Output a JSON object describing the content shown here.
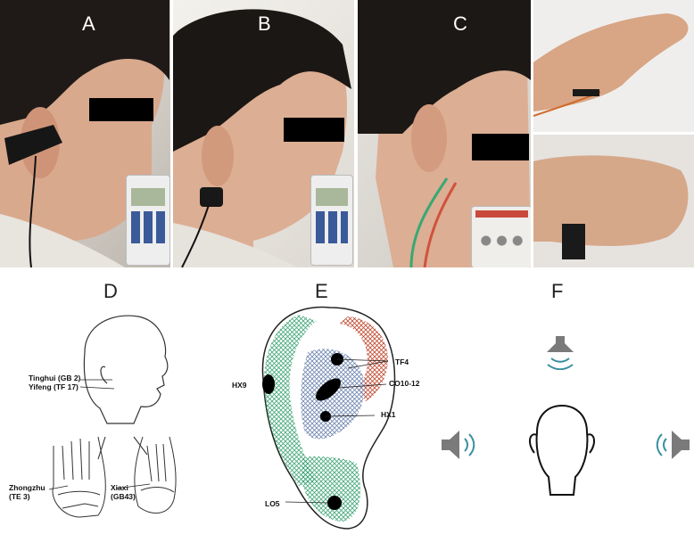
{
  "panels": {
    "a": {
      "letter": "A"
    },
    "b": {
      "letter": "B"
    },
    "c": {
      "letter": "C"
    },
    "d": {
      "letter": "D",
      "points": {
        "tinghui": "Tinghui (GB 2)",
        "yifeng": "Yifeng (TF 17)",
        "zhongzhu_line1": "Zhongzhu",
        "zhongzhu_line2": "(TE 3)",
        "xiaxi_line1": "Xiaxi",
        "xiaxi_line2": "(GB43)"
      }
    },
    "e": {
      "letter": "E",
      "points": {
        "hx9": "HX9",
        "tf4": "TF4",
        "co10_12": "CO10-12",
        "hx1": "HX1",
        "lo5": "LO5"
      }
    },
    "f": {
      "letter": "F"
    }
  },
  "colors": {
    "green_zone": "#2e9d6a",
    "blue_zone": "#6f86b0",
    "red_zone": "#c0492f",
    "speaker": "#7a7a7a",
    "wave": "#3a8fa0"
  },
  "icons": {
    "left_speaker": "speaker-icon",
    "right_speaker": "speaker-icon",
    "top_speaker": "speaker-icon"
  }
}
